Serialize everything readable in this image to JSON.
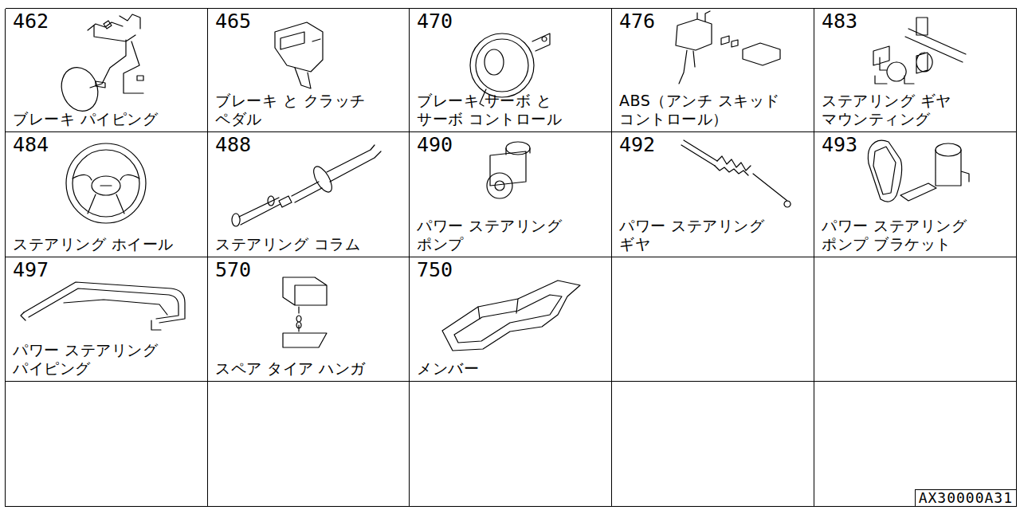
{
  "diagram": {
    "nodes": [
      {
        "text": [
          "462",
          "ブレーキ パイピング"
        ]
      },
      {
        "text": [
          "465",
          "ブレーキ と クラッチ ペダル"
        ]
      },
      {
        "text": [
          "470",
          "ブレーキ サーボ と サーボ コントロール"
        ]
      },
      {
        "text": [
          "476",
          "ABS（アンチ スキッド コントロール）"
        ]
      },
      {
        "text": [
          "483",
          "ステアリング ギヤ マウンティング"
        ]
      },
      {
        "text": [
          "484",
          "ステアリング ホイール"
        ]
      },
      {
        "text": [
          "488",
          "ステアリング コラム"
        ]
      },
      {
        "text": [
          "490",
          "パワー ステアリング ポンプ"
        ]
      },
      {
        "text": [
          "492",
          "パワー ステアリング ギヤ"
        ]
      },
      {
        "text": [
          "493",
          "パワー ステアリング ポンプ ブラケット"
        ]
      },
      {
        "text": [
          "497",
          "パワー ステアリング パイピング"
        ]
      },
      {
        "text": [
          "570",
          "スペア タイア ハンガ"
        ]
      },
      {
        "text": [
          "750",
          "メンバー"
        ]
      },
      {
        "text": [
          "AX30000A31"
        ]
      }
    ]
  }
}
